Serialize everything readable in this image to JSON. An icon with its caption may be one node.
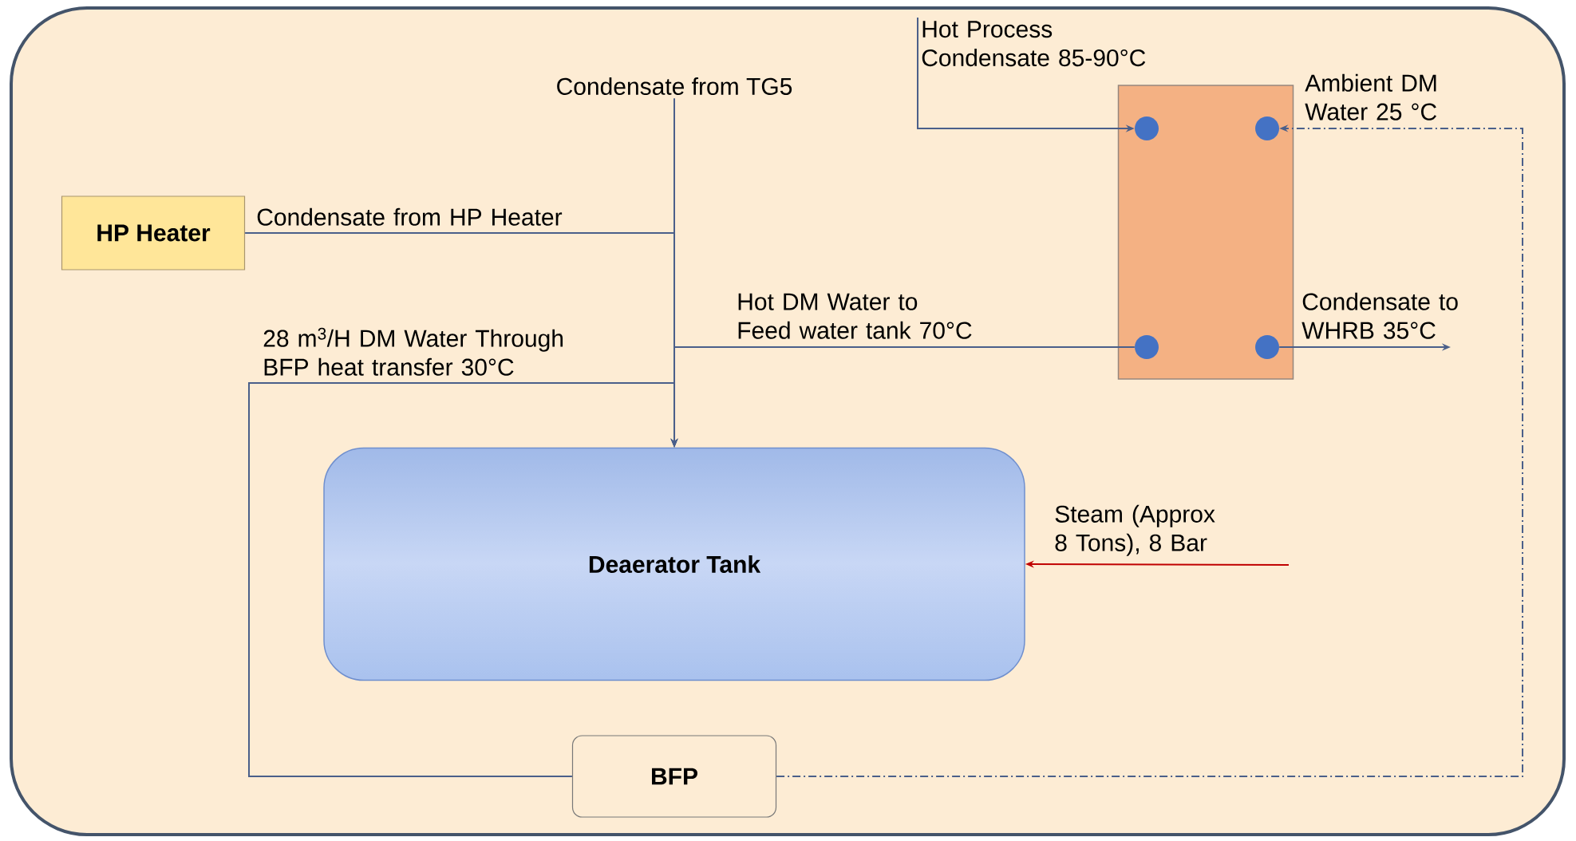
{
  "diagram": {
    "nodes": [
      {
        "text": [
          "Condensate from TG5"
        ]
      },
      {
        "text": [
          "Hot Process Condensate 85-90°C"
        ]
      },
      {
        "text": [
          "HP Heater"
        ]
      },
      {
        "text": [],
        "shape": "box"
      },
      {
        "text": [],
        "shape": "circle",
        "in": 3
      },
      {
        "text": [],
        "shape": "circle",
        "in": 3
      },
      {
        "text": [],
        "shape": "circle",
        "in": 3
      },
      {
        "text": [],
        "shape": "circle",
        "in": 3
      },
      {
        "text": [
          "Deaerator Tank"
        ]
      },
      {
        "text": [
          "BFP"
        ]
      }
    ],
    "edges": [
      {
        "from": 0,
        "to": 8,
        "arrow": "to"
      },
      {
        "from": 2,
        "to": 8,
        "arrow": "to",
        "label": "Condensate from HP Heater"
      },
      {
        "from": 1,
        "to": 4,
        "arrow": "to"
      },
      {
        "from": 9,
        "to": 5,
        "arrow": "to",
        "label": "Ambient DM Water 25 °C",
        "style": "dashed"
      },
      {
        "from": 6,
        "to": 8,
        "arrow": "to",
        "label": "Hot DM Water to Feed water tank 70°C"
      },
      {
        "from": 7,
        "to": null,
        "arrow": "to",
        "label": "Condensate to WHRB 35°C"
      },
      {
        "from": null,
        "to": 8,
        "arrow": "to",
        "label": "Steam (Approx 8 Tons), 8 Bar",
        "color": "#c00000"
      },
      {
        "from": 9,
        "to": 8,
        "arrow": "to",
        "label": "28 m$^{3}$/H DM Water Through BFP heat transfer 30°C"
      }
    ]
  }
}
